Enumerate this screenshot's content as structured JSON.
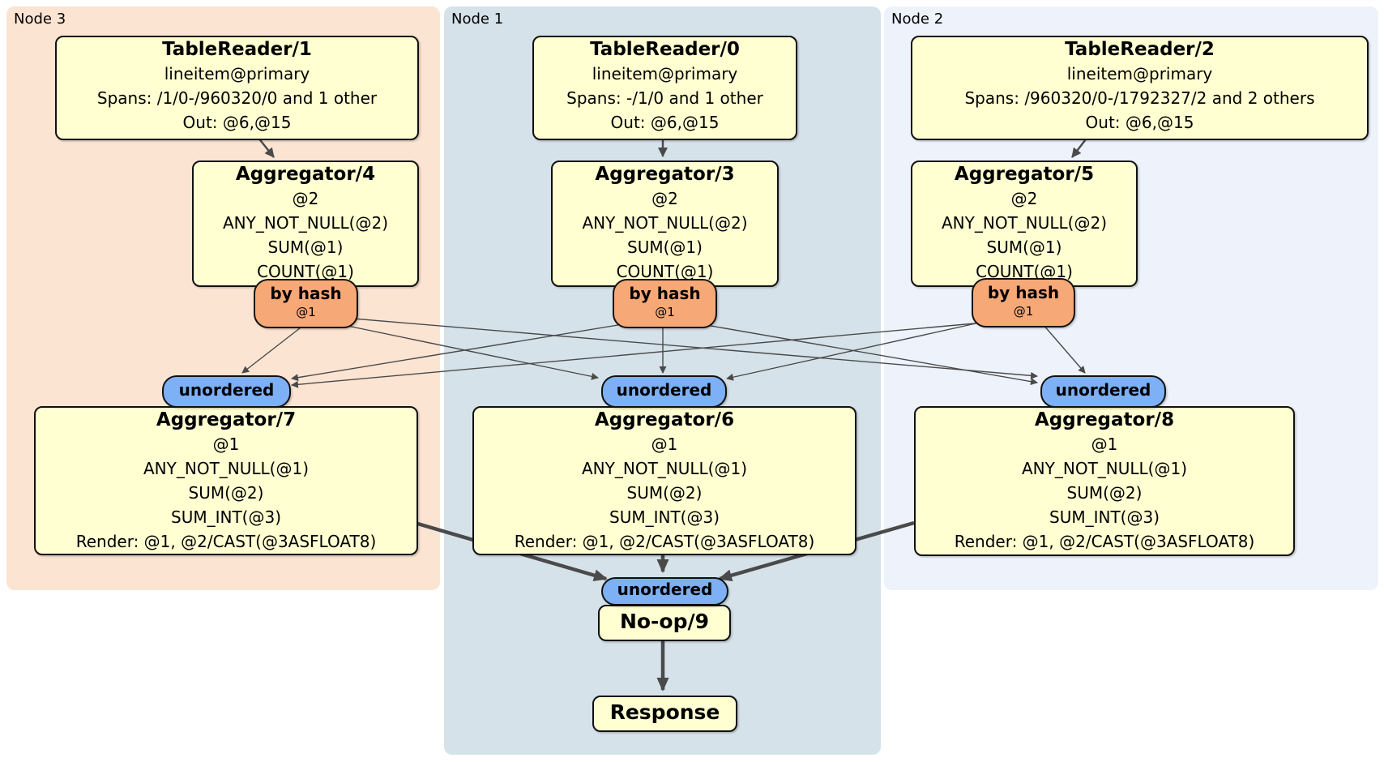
{
  "regions": [
    {
      "id": "node3",
      "label": "Node 3"
    },
    {
      "id": "node1",
      "label": "Node 1"
    },
    {
      "id": "node2",
      "label": "Node 2"
    }
  ],
  "processors": [
    {
      "id": "tr1",
      "region": "node3",
      "title": "TableReader/1",
      "lines": [
        "lineitem@primary",
        "Spans: /1/0-/960320/0 and 1 other",
        "Out: @6,@15"
      ]
    },
    {
      "id": "agg4",
      "region": "node3",
      "title": "Aggregator/4",
      "lines": [
        "@2",
        "ANY_NOT_NULL(@2)",
        "SUM(@1)",
        "COUNT(@1)"
      ]
    },
    {
      "id": "agg7",
      "region": "node3",
      "title": "Aggregator/7",
      "lines": [
        "@1",
        "ANY_NOT_NULL(@1)",
        "SUM(@2)",
        "SUM_INT(@3)",
        "Render: @1, @2/CAST(@3ASFLOAT8)"
      ]
    },
    {
      "id": "tr0",
      "region": "node1",
      "title": "TableReader/0",
      "lines": [
        "lineitem@primary",
        "Spans: -/1/0 and 1 other",
        "Out: @6,@15"
      ]
    },
    {
      "id": "agg3",
      "region": "node1",
      "title": "Aggregator/3",
      "lines": [
        "@2",
        "ANY_NOT_NULL(@2)",
        "SUM(@1)",
        "COUNT(@1)"
      ]
    },
    {
      "id": "agg6",
      "region": "node1",
      "title": "Aggregator/6",
      "lines": [
        "@1",
        "ANY_NOT_NULL(@1)",
        "SUM(@2)",
        "SUM_INT(@3)",
        "Render: @1, @2/CAST(@3ASFLOAT8)"
      ]
    },
    {
      "id": "noop9",
      "region": "node1",
      "title": "No-op/9",
      "lines": []
    },
    {
      "id": "response",
      "region": "node1",
      "title": "Response",
      "lines": []
    },
    {
      "id": "tr2",
      "region": "node2",
      "title": "TableReader/2",
      "lines": [
        "lineitem@primary",
        "Spans: /960320/0-/1792327/2 and 2 others",
        "Out: @6,@15"
      ]
    },
    {
      "id": "agg5",
      "region": "node2",
      "title": "Aggregator/5",
      "lines": [
        "@2",
        "ANY_NOT_NULL(@2)",
        "SUM(@1)",
        "COUNT(@1)"
      ]
    },
    {
      "id": "agg8",
      "region": "node2",
      "title": "Aggregator/8",
      "lines": [
        "@1",
        "ANY_NOT_NULL(@1)",
        "SUM(@2)",
        "SUM_INT(@3)",
        "Render: @1, @2/CAST(@3ASFLOAT8)"
      ]
    }
  ],
  "routers": [
    {
      "id": "router4",
      "label": "by hash",
      "detail": "@1"
    },
    {
      "id": "router3",
      "label": "by hash",
      "detail": "@1"
    },
    {
      "id": "router5",
      "label": "by hash",
      "detail": "@1"
    }
  ],
  "synchronizers": [
    {
      "id": "sync7",
      "label": "unordered"
    },
    {
      "id": "sync6",
      "label": "unordered"
    },
    {
      "id": "sync8",
      "label": "unordered"
    },
    {
      "id": "sync9",
      "label": "unordered"
    }
  ],
  "edges": [
    {
      "from": "tr1",
      "to": "agg4"
    },
    {
      "from": "tr0",
      "to": "agg3"
    },
    {
      "from": "tr2",
      "to": "agg5"
    },
    {
      "from": "router4",
      "to": "sync7"
    },
    {
      "from": "router4",
      "to": "sync6"
    },
    {
      "from": "router4",
      "to": "sync8"
    },
    {
      "from": "router3",
      "to": "sync6"
    },
    {
      "from": "router3",
      "to": "sync7"
    },
    {
      "from": "router3",
      "to": "sync8"
    },
    {
      "from": "router5",
      "to": "sync8"
    },
    {
      "from": "router5",
      "to": "sync7"
    },
    {
      "from": "router5",
      "to": "sync6"
    },
    {
      "from": "agg7",
      "to": "sync9"
    },
    {
      "from": "agg6",
      "to": "sync9"
    },
    {
      "from": "agg8",
      "to": "sync9"
    },
    {
      "from": "noop9",
      "to": "response"
    }
  ],
  "colors": {
    "node3_bg": "#fce4d3",
    "node1_bg": "#d6e2ea",
    "node2_bg": "#edf2fb",
    "box_bg": "#ffffd2",
    "box_border": "#111111",
    "router_bg": "#f7a877",
    "sync_bg": "#7db0f4",
    "edge": "#4a4a4a"
  }
}
